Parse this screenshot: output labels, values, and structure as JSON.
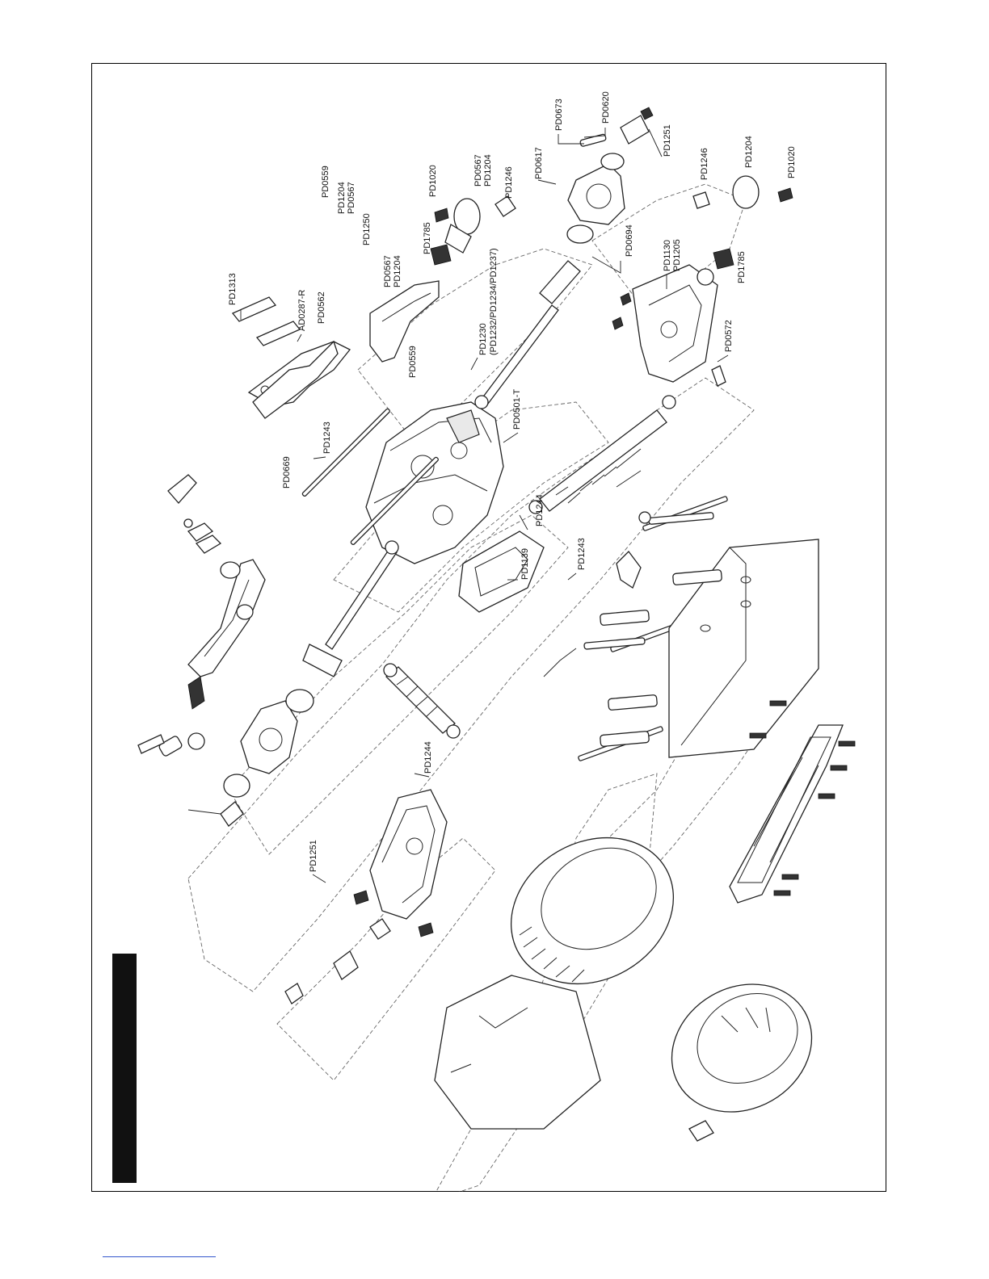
{
  "diagram": {
    "part_labels": [
      "PD0673",
      "PD0620",
      "PD1251",
      "PD1246",
      "PD1204",
      "PD1020",
      "PD0617",
      "PD0567",
      "PD1204",
      "PD1246",
      "PD1020",
      "PD1785",
      "PD0559",
      "PD1204",
      "PD0567",
      "PD1250",
      "PD1313",
      "AD0287-R",
      "PD0562",
      "PD0567",
      "PD1204",
      "PD1230",
      "(PD1232/PD1234/PD1237)",
      "PD0694",
      "PD1130",
      "PD1205",
      "PD1785",
      "PD0572",
      "PD0559",
      "PD0501-T",
      "PD1243",
      "PD0669",
      "PD1244",
      "PD1139",
      "PD1243",
      "PD1251",
      "PD1244"
    ]
  },
  "colors": {
    "ink": "#111111",
    "sidebar": "#111111",
    "footer_rule": "#3355cc"
  }
}
